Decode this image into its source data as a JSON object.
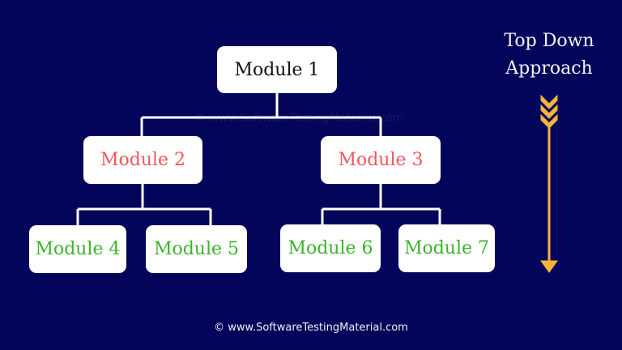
{
  "title_line1": "Top Down",
  "title_line2": "Approach",
  "modules": {
    "m1": "Module 1",
    "m2": "Module 2",
    "m3": "Module 3",
    "m4": "Module 4",
    "m5": "Module 5",
    "m6": "Module 6",
    "m7": "Module 7"
  },
  "watermark": "© www.SoftwareTestingMaterial.com",
  "footer": "© www.SoftwareTestingMaterial.com",
  "colors": {
    "background": "#03055b",
    "root": "#111111",
    "level2": "#f2575a",
    "level3": "#3bb52c",
    "arrow": "#f7b43c"
  }
}
